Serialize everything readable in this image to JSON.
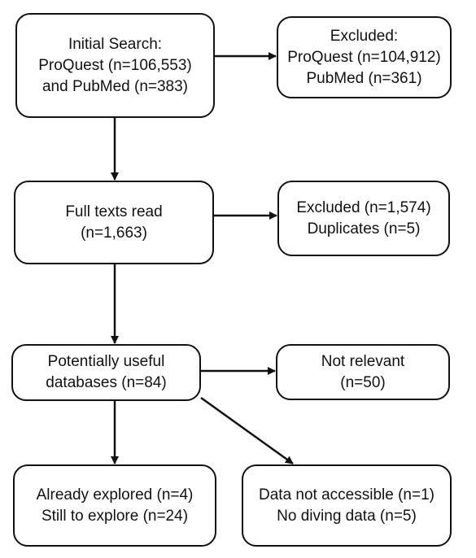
{
  "flowchart": {
    "initial_search": {
      "line1": "Initial Search:",
      "line2": "ProQuest (n=106,553)",
      "line3": "and PubMed  (n=383)"
    },
    "excluded_initial": {
      "line1": "Excluded:",
      "line2": "ProQuest (n=104,912)",
      "line3": "PubMed (n=361)"
    },
    "full_texts": {
      "line1": "Full texts read",
      "line2": "(n=1,663)"
    },
    "excluded_full": {
      "line1": "Excluded (n=1,574)",
      "line2": "Duplicates (n=5)"
    },
    "potentially_useful": {
      "line1": "Potentially useful",
      "line2": "databases (n=84)"
    },
    "not_relevant": {
      "line1": "Not relevant",
      "line2": "(n=50)"
    },
    "explored": {
      "line1": "Already explored (n=4)",
      "line2": "Still to explore (n=24)"
    },
    "not_accessible": {
      "line1": "Data not accessible (n=1)",
      "line2": "No diving data (n=5)"
    }
  },
  "colors": {
    "stroke": "#111111",
    "background": "#ffffff"
  }
}
